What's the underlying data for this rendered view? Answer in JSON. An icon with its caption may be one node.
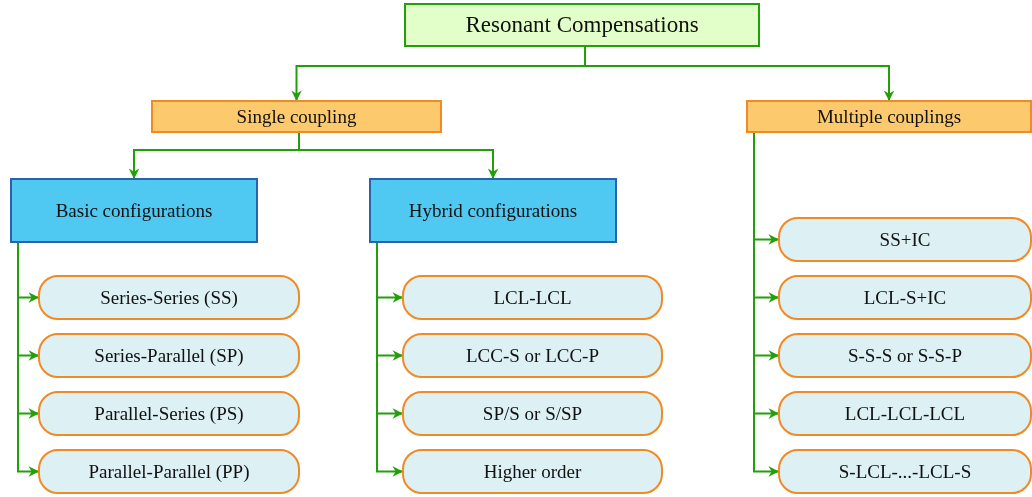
{
  "diagram": {
    "nodes": [
      {
        "text": [
          "Resonant Compensations"
        ]
      },
      {
        "text": [
          "Single coupling"
        ]
      },
      {
        "text": [
          "Multiple couplings"
        ]
      },
      {
        "text": [
          "Basic configurations"
        ]
      },
      {
        "text": [
          "Hybrid configurations"
        ]
      },
      {
        "text": [
          "Series-Series (SS)"
        ]
      },
      {
        "text": [
          "Series-Parallel (SP)"
        ]
      },
      {
        "text": [
          "Parallel-Series (PS)"
        ]
      },
      {
        "text": [
          "Parallel-Parallel (PP)"
        ]
      },
      {
        "text": [
          "LCL-LCL"
        ]
      },
      {
        "text": [
          "LCC-S or LCC-P"
        ]
      },
      {
        "text": [
          "SP/S or S/SP"
        ]
      },
      {
        "text": [
          "Higher order"
        ]
      },
      {
        "text": [
          "SS+IC"
        ]
      },
      {
        "text": [
          "LCL-S+IC"
        ]
      },
      {
        "text": [
          "S-S-S or S-S-P"
        ]
      },
      {
        "text": [
          "LCL-LCL-LCL"
        ]
      },
      {
        "text": [
          "S-LCL-...-LCL-S"
        ]
      }
    ],
    "edges": [
      {
        "from": 0,
        "to": 1,
        "arrow": "to"
      },
      {
        "from": 0,
        "to": 2,
        "arrow": "to"
      },
      {
        "from": 1,
        "to": 3,
        "arrow": "to"
      },
      {
        "from": 1,
        "to": 4,
        "arrow": "to"
      },
      {
        "from": 3,
        "to": 5,
        "arrow": "to"
      },
      {
        "from": 3,
        "to": 6,
        "arrow": "to"
      },
      {
        "from": 3,
        "to": 7,
        "arrow": "to"
      },
      {
        "from": 3,
        "to": 8,
        "arrow": "to"
      },
      {
        "from": 4,
        "to": 9,
        "arrow": "to"
      },
      {
        "from": 4,
        "to": 10,
        "arrow": "to"
      },
      {
        "from": 4,
        "to": 11,
        "arrow": "to"
      },
      {
        "from": 4,
        "to": 12,
        "arrow": "to"
      },
      {
        "from": 2,
        "to": 13,
        "arrow": "to"
      },
      {
        "from": 2,
        "to": 14,
        "arrow": "to"
      },
      {
        "from": 2,
        "to": 15,
        "arrow": "to"
      },
      {
        "from": 2,
        "to": 16,
        "arrow": "to"
      },
      {
        "from": 2,
        "to": 17,
        "arrow": "to"
      }
    ]
  }
}
